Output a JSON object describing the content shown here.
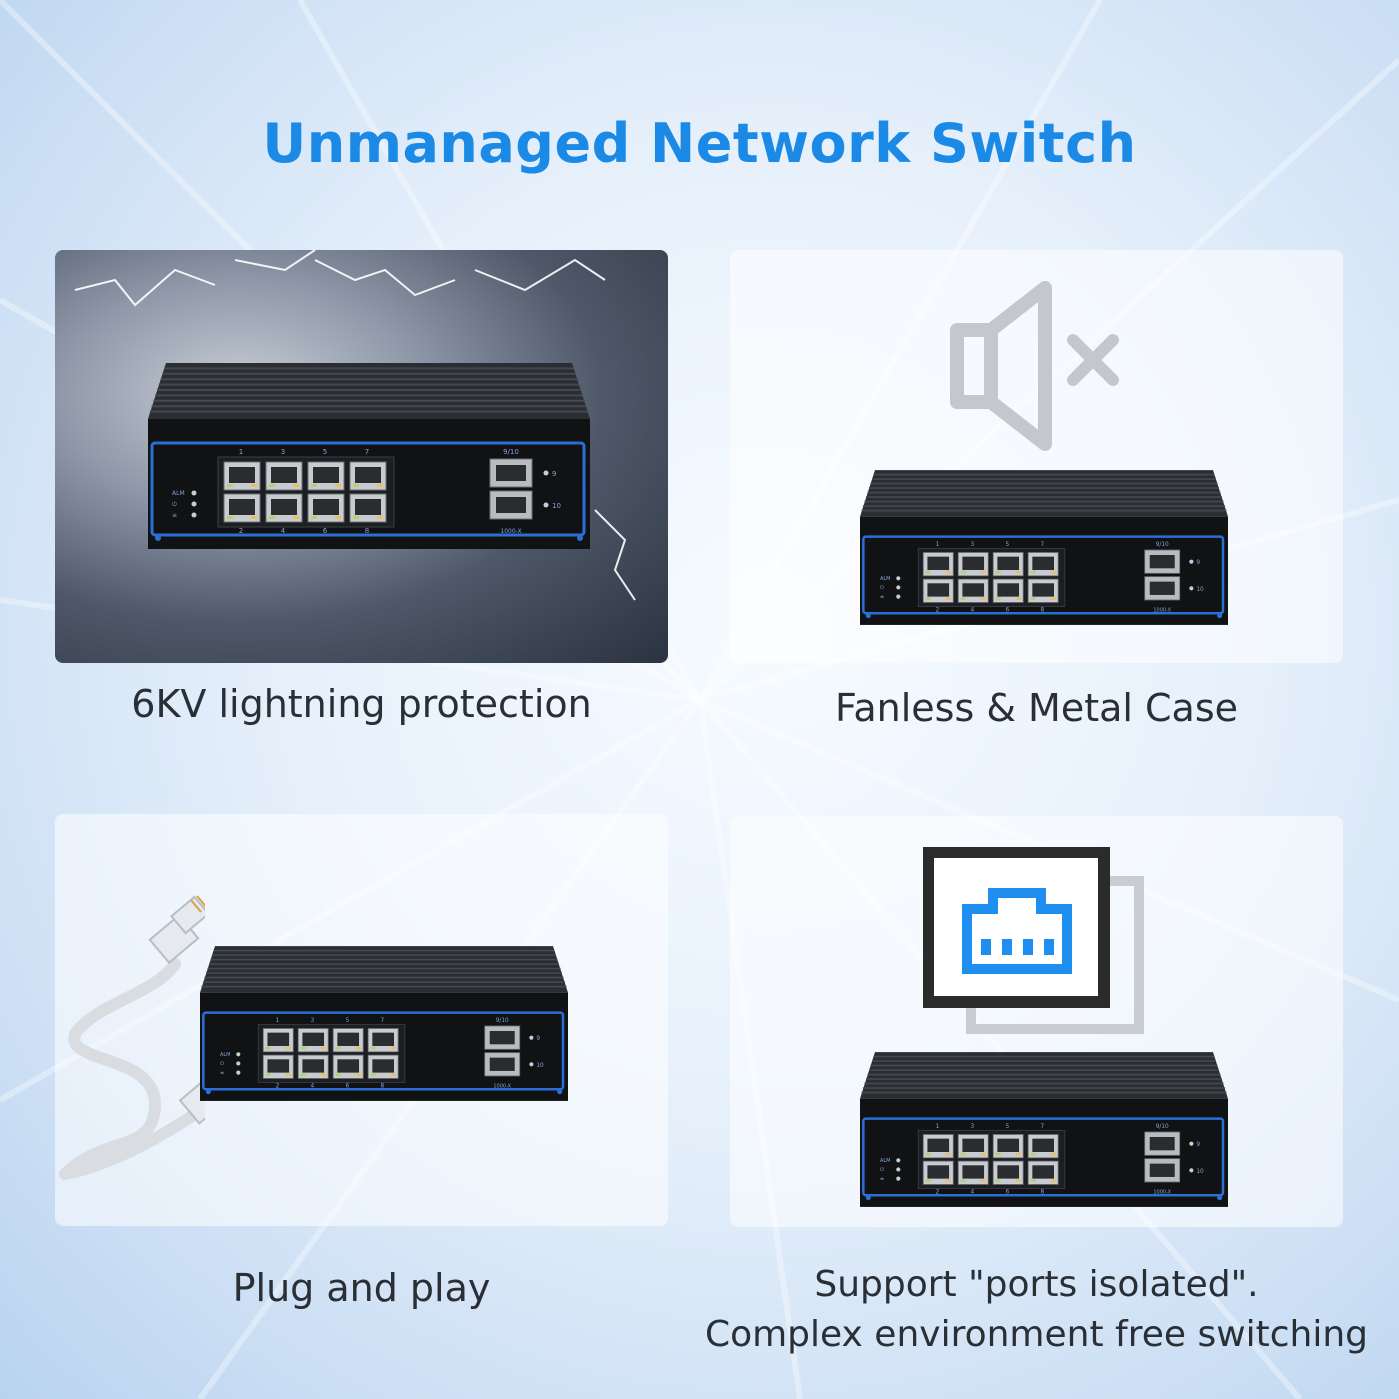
{
  "title": "Unmanaged Network Switch",
  "features": [
    {
      "caption": "6KV lightning protection"
    },
    {
      "caption": "Fanless & Metal Case"
    },
    {
      "caption": "Plug and play"
    },
    {
      "caption_lines": [
        "Support \"ports isolated\".",
        "Complex environment free switching"
      ]
    }
  ],
  "switch_labels": {
    "top_ports": [
      "1",
      "3",
      "5",
      "7"
    ],
    "bottom_ports": [
      "2",
      "4",
      "6",
      "8"
    ],
    "sfp_label": "9/10",
    "sfp_sub": "1000-X",
    "sfp_right": [
      "9",
      "10"
    ],
    "leds": [
      "ALM",
      "⏻",
      "≡"
    ]
  },
  "colors": {
    "title": "#1a8ae6",
    "accent_blue": "#1f8ef1",
    "panel_blue": "#2a6fd6",
    "icon_gray": "#c4c7cc"
  }
}
